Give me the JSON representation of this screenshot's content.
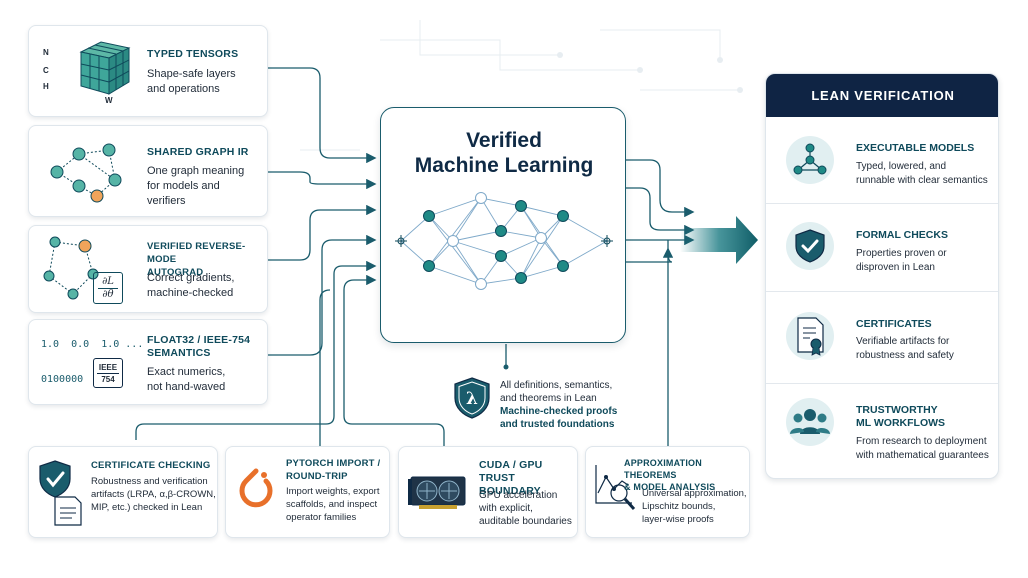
{
  "left_cards": [
    {
      "title": "TYPED TENSORS",
      "desc": [
        "Shape-safe layers",
        "and operations"
      ],
      "icon": "tensor-cube-icon",
      "axis_labels": {
        "n": "N",
        "c": "C",
        "h": "H",
        "w": "W"
      }
    },
    {
      "title": "SHARED GRAPH IR",
      "desc": [
        "One graph meaning",
        "for models and",
        "verifiers"
      ],
      "icon": "graph-icon"
    },
    {
      "title_lines": [
        "VERIFIED REVERSE-MODE",
        "AUTOGRAD"
      ],
      "desc": [
        "Correct gradients,",
        "machine-checked"
      ],
      "icon": "autograd-icon",
      "formula_top": "∂L",
      "formula_bottom": "∂θ"
    },
    {
      "title_lines": [
        "FLOAT32 / IEEE-754",
        "SEMANTICS"
      ],
      "desc": [
        "Exact numerics,",
        "not hand-waved"
      ],
      "icon": "ieee-icon",
      "bits_top": "1.0  0.0  1.0 ...",
      "bits_bottom": "0100000",
      "chip_top": "IEEE",
      "chip_bottom": "754"
    }
  ],
  "center": {
    "title_lines": [
      "Verified",
      "Machine Learning"
    ]
  },
  "lean_note": {
    "plain": [
      "All definitions, semantics,",
      "and theorems in Lean"
    ],
    "bold": [
      "Machine-checked proofs",
      "and trusted foundations"
    ],
    "icon": "lambda-shield-icon"
  },
  "bottom_cards": [
    {
      "title": "CERTIFICATE CHECKING",
      "desc": [
        "Robustness and verification",
        "artifacts (LRPA, α,β-CROWN,",
        "MIP, etc.) checked in Lean"
      ],
      "icon": "shield-check-document-icon"
    },
    {
      "title_lines": [
        "PYTORCH IMPORT /",
        "ROUND-TRIP"
      ],
      "desc": [
        "Import weights, export",
        "scaffolds, and inspect",
        "operator families"
      ],
      "icon": "pytorch-icon"
    },
    {
      "title_lines": [
        "CUDA / GPU",
        "TRUST BOUNDARY"
      ],
      "desc": [
        "GPU acceleration",
        "with explicit,",
        "auditable boundaries"
      ],
      "icon": "gpu-card-icon"
    },
    {
      "title_lines": [
        "APPROXIMATION THEOREMS",
        "& MODEL ANALYSIS"
      ],
      "desc": [
        "Universal approximation,",
        "Lipschitz bounds,",
        "layer-wise proofs"
      ],
      "icon": "chart-magnifier-icon"
    }
  ],
  "lean_panel": {
    "header": "LEAN VERIFICATION",
    "items": [
      {
        "title": "EXECUTABLE MODELS",
        "desc": [
          "Typed, lowered, and",
          "runnable with clear semantics"
        ],
        "icon": "network-node-icon"
      },
      {
        "title": "FORMAL CHECKS",
        "desc": [
          "Properties proven or",
          "disproven in Lean"
        ],
        "icon": "shield-check-icon"
      },
      {
        "title": "CERTIFICATES",
        "desc": [
          "Verifiable artifacts for",
          "robustness and safety"
        ],
        "icon": "certificate-icon"
      },
      {
        "title_lines": [
          "TRUSTWORTHY",
          "ML WORKFLOWS"
        ],
        "desc": [
          "From research to deployment",
          "with mathematical guarantees"
        ],
        "icon": "people-group-icon"
      }
    ]
  },
  "colors": {
    "teal": "#1a7a82",
    "dark_teal": "#0f4a5b",
    "navy": "#0f2444",
    "orange": "#e8702a",
    "light_teal": "#e1eff1",
    "node": "#1f8a86"
  }
}
